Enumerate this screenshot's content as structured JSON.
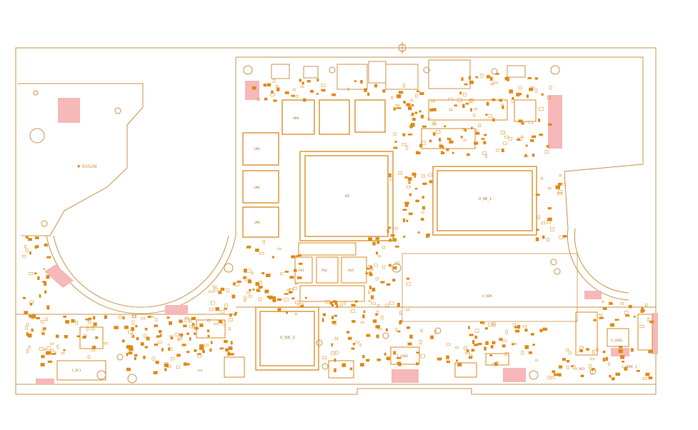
{
  "colors": {
    "outline": "#c8934f",
    "component": "#d9891c",
    "pad": "#e08a10",
    "highlight": "#f6b8b8",
    "background": "#ffffff"
  },
  "labels": {
    "brand_left": "▼ SUSUN",
    "cpu": "U1",
    "gpu": "U_VR_1",
    "south": "U_SOC_1",
    "ram": "U_DDR",
    "conn_bottom_left": "J_DC1",
    "conn_bottom_mid": "J_USB2",
    "conn_bottom_right": "J_KB1",
    "conn_right": "J_HDMI_1",
    "conn_right2": "J_USB1",
    "pwr1": "PU1",
    "pwr2": "PU2",
    "pwr3": "PU3",
    "mem1": "UM1",
    "mem2": "UM2",
    "mem3": "UM3",
    "mem4": "UM4"
  }
}
